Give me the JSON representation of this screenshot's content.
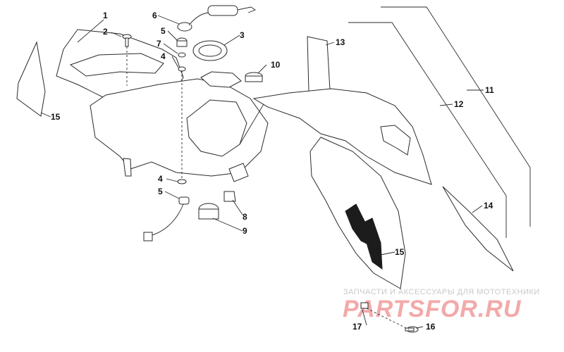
{
  "callouts": [
    {
      "id": "1",
      "label": "1"
    },
    {
      "id": "2",
      "label": "2"
    },
    {
      "id": "3",
      "label": "3"
    },
    {
      "id": "4a",
      "label": "4"
    },
    {
      "id": "4b",
      "label": "4"
    },
    {
      "id": "5a",
      "label": "5"
    },
    {
      "id": "5b",
      "label": "5"
    },
    {
      "id": "6",
      "label": "6"
    },
    {
      "id": "7",
      "label": "7"
    },
    {
      "id": "8",
      "label": "8"
    },
    {
      "id": "9",
      "label": "9"
    },
    {
      "id": "10",
      "label": "10"
    },
    {
      "id": "11",
      "label": "11"
    },
    {
      "id": "12",
      "label": "12"
    },
    {
      "id": "13",
      "label": "13"
    },
    {
      "id": "14",
      "label": "14"
    },
    {
      "id": "15a",
      "label": "15"
    },
    {
      "id": "15b",
      "label": "15"
    },
    {
      "id": "16",
      "label": "16"
    },
    {
      "id": "17",
      "label": "17"
    }
  ],
  "watermark": {
    "tagline": "ЗАПЧАСТИ И АКСЕССУАРЫ ДЛЯ МОТОТЕХНИКИ",
    "logo": "PARTSFOR.RU"
  }
}
